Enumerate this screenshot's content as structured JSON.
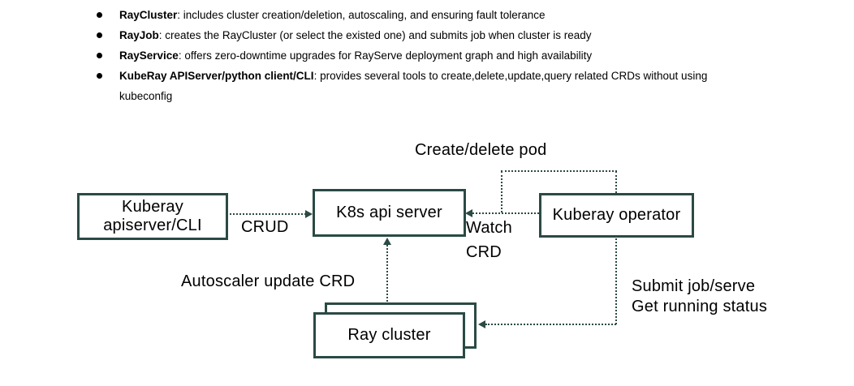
{
  "colors": {
    "accent": "#2b4a44",
    "text": "#000000",
    "background": "#ffffff"
  },
  "bullets": [
    {
      "term": "RayCluster",
      "desc": ": includes cluster creation/deletion, autoscaling, and ensuring fault tolerance"
    },
    {
      "term": "RayJob",
      "desc": ": creates the RayCluster (or select the existed one) and submits job when cluster is ready"
    },
    {
      "term": "RayService",
      "desc": ": offers zero-downtime upgrades for RayServe deployment graph and high availability"
    },
    {
      "term": "KubeRay APIServer/python client/CLI",
      "desc": ": provides several tools to create,delete,update,query related CRDs without using kubeconfig"
    }
  ],
  "diagram": {
    "nodes": {
      "kuberay_apiserver_cli": "Kuberay\napiserver/CLI",
      "k8s_api_server": "K8s api server",
      "kuberay_operator": "Kuberay operator",
      "ray_cluster": "Ray cluster"
    },
    "labels": {
      "crud": "CRUD",
      "create_delete_pod": "Create/delete pod",
      "watch_crd": "Watch\nCRD",
      "autoscaler_update_crd": "Autoscaler update CRD",
      "submit_status": "Submit job/serve\nGet running status"
    }
  }
}
